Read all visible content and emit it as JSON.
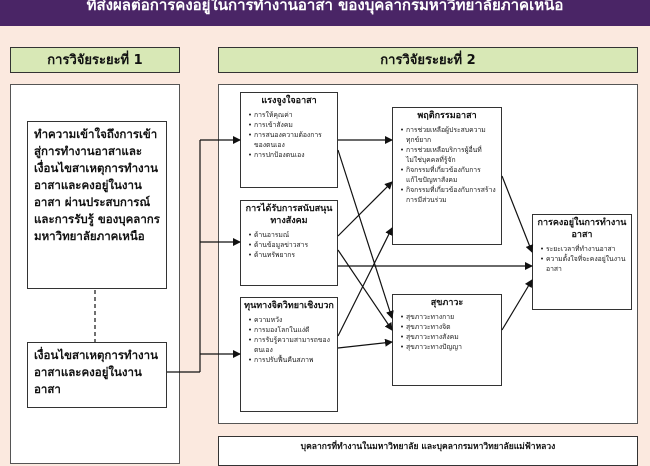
{
  "title": "ที่ส่งผลต่อการคงอยู่ในการทำงานอาสา ของบุคลากรมหาวิทยาลัยภาคเหนือ",
  "phase1": {
    "label": "การวิจัยระยะที่ 1"
  },
  "phase2": {
    "label": "การวิจัยระยะที่ 2"
  },
  "left": {
    "box1": "ทำความเข้าใจถึงการเข้าสู่การทำงานอาสาและเงื่อนไขสาเหตุการทำงานอาสาและคงอยู่ในงานอาสา ผ่านประสบการณ์ และการรับรู้ ของบุคลากรมหาวิทยาลัยภาคเหนือ",
    "box2": "เงื่อนไขสาเหตุการทำงานอาสาและคงอยู่ในงานอาสา"
  },
  "motivation": {
    "title": "แรงจูงใจอาสา",
    "items": [
      "การให้คุณค่า",
      "การเข้าสังคม",
      "การสนองความต้องการของตนเอง",
      "การปกป้องตนเอง"
    ]
  },
  "social": {
    "title": "การได้รับการสนับสนุนทางสังคม",
    "items": [
      "ด้านอารมณ์",
      "ด้านข้อมูลข่าวสาร",
      "ด้านทรัพยากร"
    ]
  },
  "psycap": {
    "title": "ทุนทางจิตวิทยาเชิงบวก",
    "items": [
      "ความหวัง",
      "การมองโลกในแง่ดี",
      "การรับรู้ความสามารถของตนเอง",
      "การปรับฟื้นคืนสภาพ"
    ]
  },
  "behavior": {
    "title": "พฤติกรรมอาสา",
    "items": [
      "การช่วยเหลือผู้ประสบความทุกข์ยาก",
      "การช่วยเหลือบริการผู้อื่นที่ไม่ใช่บุคคลที่รู้จัก",
      "กิจกรรมที่เกี่ยวข้องกับการแก้ไขปัญหาสังคม",
      "กิจกรรมที่เกี่ยวข้องกับการสร้างการมีส่วนร่วม"
    ]
  },
  "wellbeing": {
    "title": "สุขภาวะ",
    "items": [
      "สุขภาวะทางกาย",
      "สุขภาวะทางจิต",
      "สุขภาวะทางสังคม",
      "สุขภาวะทางปัญญา"
    ]
  },
  "retention": {
    "title": "การคงอยู่ในการทำงานอาสา",
    "items": [
      "ระยะเวลาที่ทำงานอาสา",
      "ความตั้งใจที่จะคงอยู่ในงานอาสา"
    ]
  },
  "bottom": {
    "label": "บุคลากรที่ทำงานในมหาวิทยาลัย และบุคลากรมหาวิทยาลัยแม่ฟ้าหลวง"
  }
}
